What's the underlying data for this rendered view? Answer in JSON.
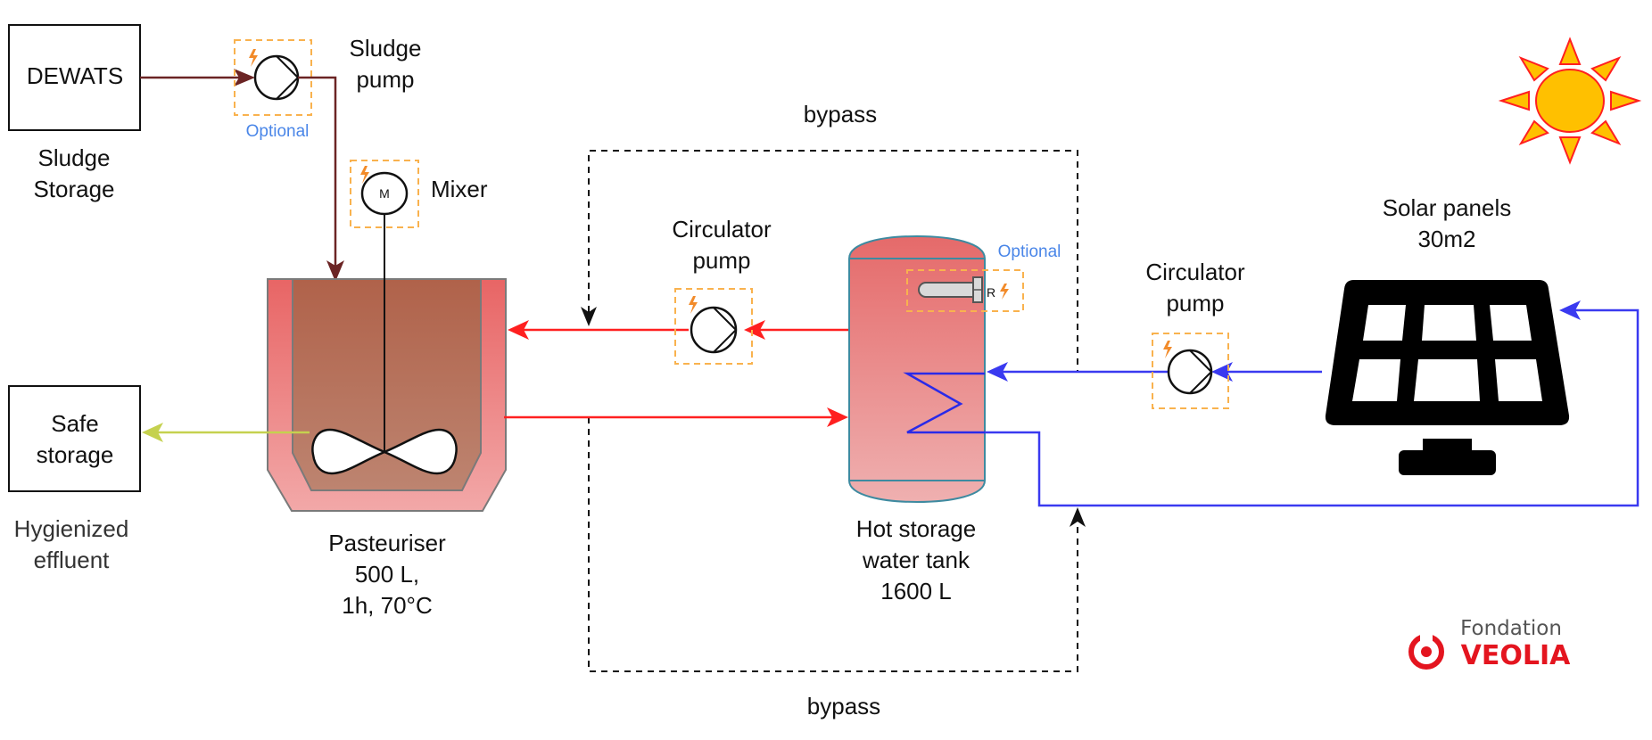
{
  "diagram": {
    "nodes": {
      "dewats": {
        "label": "DEWATS",
        "caption": [
          "Sludge",
          "Storage"
        ]
      },
      "sludge_pump": {
        "label": [
          "Sludge",
          "pump"
        ],
        "tag": "Optional"
      },
      "mixer": {
        "label": "Mixer",
        "motor_letter": "M"
      },
      "pasteuriser": {
        "label": [
          "Pasteuriser",
          "500 L,",
          "1h, 70°C"
        ]
      },
      "safe_storage": {
        "label": [
          "Safe",
          "storage"
        ],
        "caption": [
          "Hygienized",
          "effluent"
        ]
      },
      "circulator_pump_left": {
        "label": [
          "Circulator",
          "pump"
        ]
      },
      "hot_tank": {
        "label": [
          "Hot storage",
          "water tank",
          "1600 L"
        ],
        "heater_letter": "R",
        "heater_tag": "Optional"
      },
      "circulator_pump_right": {
        "label": [
          "Circulator",
          "pump"
        ]
      },
      "solar_panels": {
        "label": [
          "Solar panels",
          "30m2"
        ]
      }
    },
    "bypass": {
      "top_label": "bypass",
      "bottom_label": "bypass"
    },
    "logo": {
      "line1": "Fondation",
      "line2": "VEOLIA"
    },
    "colors": {
      "sludge_line": "#6b2424",
      "hot_line": "#ff2020",
      "solar_line": "#3a3af0",
      "effluent_line": "#c5d14f",
      "optional_box": "#f9b24e",
      "optional_text": "#4a86e8",
      "bolt": "#f28b2a",
      "sun_fill": "#ffc000",
      "sun_stroke": "#ff2020",
      "veolia_red": "#e4151f",
      "logo_gray": "#555555"
    },
    "edges": [
      {
        "from": "dewats",
        "to": "sludge_pump",
        "kind": "sludge"
      },
      {
        "from": "sludge_pump",
        "to": "pasteuriser",
        "kind": "sludge"
      },
      {
        "from": "pasteuriser",
        "to": "safe_storage",
        "kind": "effluent"
      },
      {
        "from": "hot_tank",
        "to": "circulator_pump_left",
        "kind": "hot"
      },
      {
        "from": "circulator_pump_left",
        "to": "pasteuriser",
        "kind": "hot"
      },
      {
        "from": "pasteuriser",
        "to": "hot_tank",
        "kind": "hot"
      },
      {
        "from": "solar_panels",
        "to": "circulator_pump_right",
        "kind": "solar"
      },
      {
        "from": "circulator_pump_right",
        "to": "hot_tank",
        "kind": "solar"
      },
      {
        "from": "hot_tank",
        "to": "solar_panels",
        "kind": "solar"
      },
      {
        "from": "bypass",
        "to": "pasteuriser_loop",
        "kind": "bypass"
      }
    ]
  }
}
